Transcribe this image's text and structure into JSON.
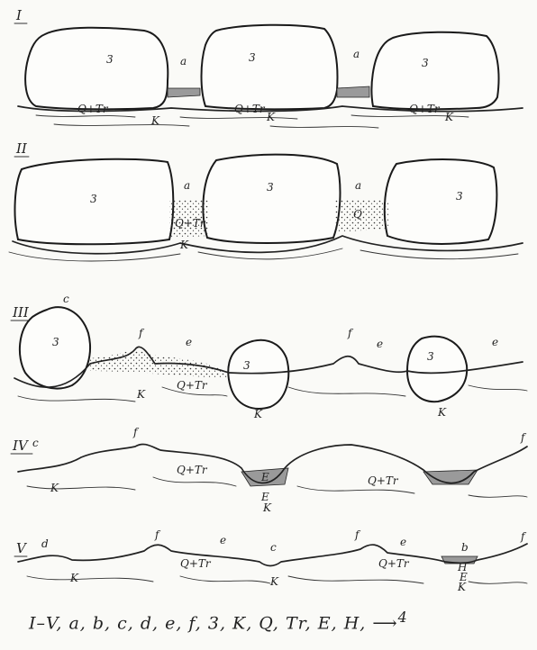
{
  "stages": [
    {
      "numeral": "I",
      "labels": [
        "3",
        "a",
        "3",
        "a",
        "3",
        "Q+Tr",
        "Q+Tr",
        "Q+Tr",
        "K",
        "K",
        "K"
      ]
    },
    {
      "numeral": "II",
      "labels": [
        "3",
        "a",
        "3",
        "a",
        "3",
        "Q+Tr",
        "Q",
        "K"
      ]
    },
    {
      "numeral": "III",
      "labels": [
        "c",
        "3",
        "f",
        "e",
        "3",
        "f",
        "e",
        "3",
        "e",
        "Q+Tr",
        "K",
        "K",
        "K"
      ]
    },
    {
      "numeral": "IV",
      "labels": [
        "c",
        "f",
        "E",
        "f",
        "Q+Tr",
        "Q+Tr",
        "E",
        "K",
        "K"
      ]
    },
    {
      "numeral": "V",
      "labels": [
        "d",
        "f",
        "e",
        "c",
        "f",
        "e",
        "b",
        "f",
        "Q+Tr",
        "Q+Tr",
        "K",
        "K",
        "H",
        "E",
        "K"
      ]
    }
  ],
  "legend": {
    "text": "I–V, a, b, c, d, e, f, 3, K, Q, Tr, E, H,",
    "arrow_number": "4"
  }
}
